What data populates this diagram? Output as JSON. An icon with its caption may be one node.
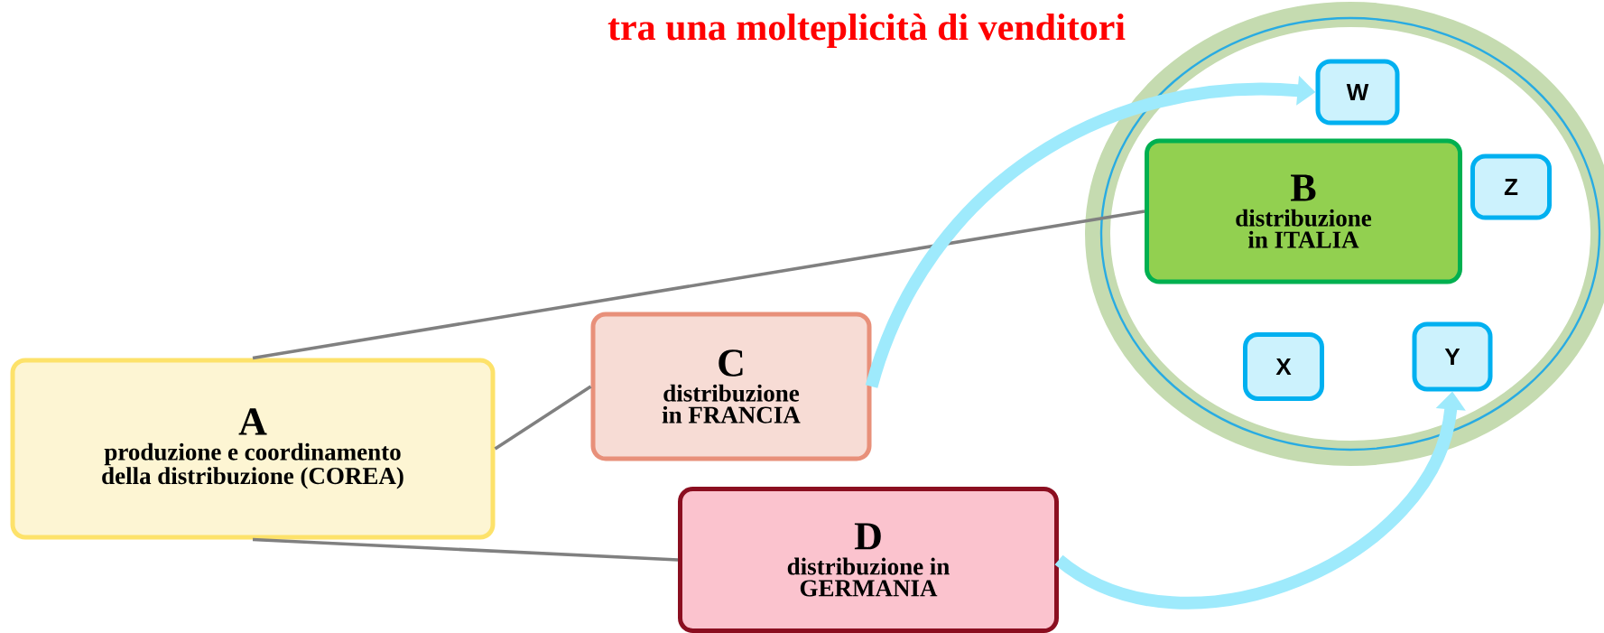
{
  "diagram": {
    "title": "tra una molteplicità di venditori",
    "nodes": [
      {
        "text": [
          "A",
          "produzione e coordinamento della distribuzione (COREA)"
        ]
      },
      {
        "text": [
          "C",
          "distribuzione in FRANCIA"
        ]
      },
      {
        "text": [
          "D",
          "distribuzione in GERMANIA"
        ]
      },
      {
        "text": [],
        "shape": "circle"
      },
      {
        "text": [
          "W"
        ],
        "in": 3
      },
      {
        "text": [
          "B",
          "distribuzione in ITALIA"
        ],
        "in": 3
      },
      {
        "text": [
          "Z"
        ],
        "in": 3
      },
      {
        "text": [
          "X"
        ],
        "in": 3
      },
      {
        "text": [
          "Y"
        ],
        "in": 3
      }
    ],
    "edges": [
      {
        "from": 0,
        "to": 5,
        "arrow": "none"
      },
      {
        "from": 0,
        "to": 1,
        "arrow": "none"
      },
      {
        "from": 0,
        "to": 2,
        "arrow": "none"
      },
      {
        "from": 1,
        "to": 4,
        "arrow": "to",
        "style": "thick",
        "color": "#9eeafc"
      },
      {
        "from": 2,
        "to": 8,
        "arrow": "to",
        "style": "thick",
        "color": "#9eeafc"
      }
    ]
  }
}
